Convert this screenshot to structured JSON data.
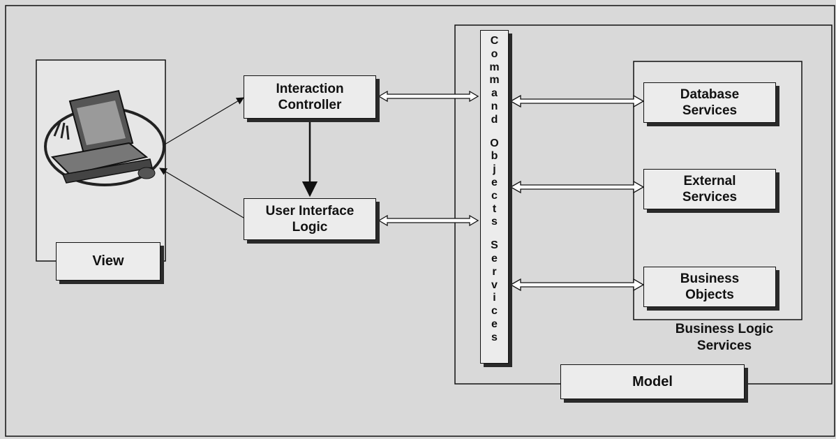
{
  "view": {
    "label": "View"
  },
  "interaction_controller": {
    "line1": "Interaction",
    "line2": "Controller"
  },
  "ui_logic": {
    "line1": "User Interface",
    "line2": "Logic"
  },
  "command_bar": {
    "word1": "Command",
    "word2": "Objects",
    "word3": "Services"
  },
  "database_services": {
    "line1": "Database",
    "line2": "Services"
  },
  "external_services": {
    "line1": "External",
    "line2": "Services"
  },
  "business_objects": {
    "line1": "Business",
    "line2": "Objects"
  },
  "business_logic": {
    "line1": "Business Logic",
    "line2": "Services"
  },
  "model": {
    "label": "Model"
  },
  "icons": {
    "view_image": "computer-workstation-icon"
  }
}
